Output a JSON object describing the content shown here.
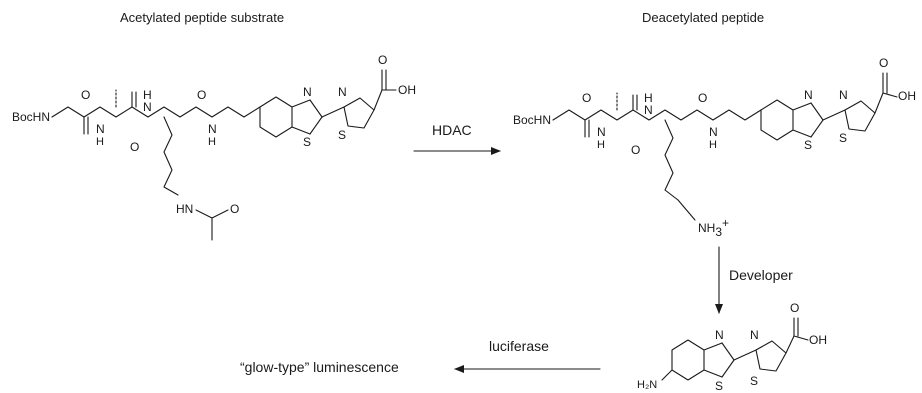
{
  "titles": {
    "substrate": "Acetylated peptide substrate",
    "product": "Deacetylated peptide"
  },
  "arrows": {
    "hdac": "HDAC",
    "developer": "Developer",
    "luciferase": "luciferase"
  },
  "result_label": "“glow-type” luminescence",
  "atoms": {
    "boc_nh": "BocHN",
    "o": "O",
    "n": "N",
    "h": "H",
    "s": "S",
    "oh": "OH",
    "hn_ac": "HN",
    "nh3": "NH",
    "nh3_sub": "3",
    "nh3_sup": "+",
    "h2n": "H₂N"
  }
}
